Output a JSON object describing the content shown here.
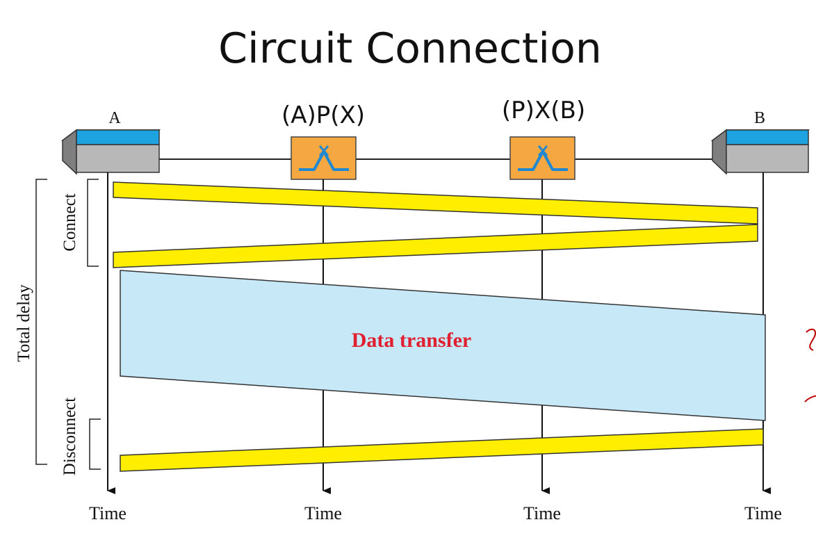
{
  "title": "Circuit Connection",
  "nodes": {
    "a": "A",
    "b": "B",
    "p": "(A)P(X)",
    "x": "(P)X(B)"
  },
  "time_labels": [
    "Time",
    "Time",
    "Time",
    "Time"
  ],
  "phases": {
    "total": "Total delay",
    "connect": "Connect",
    "disconnect": "Disconnect",
    "data": "Data transfer"
  },
  "colors": {
    "signal": "#ffee00",
    "data_fill": "#c7e8f7",
    "data_text": "#e02030",
    "switch": "#f5a742",
    "host_top": "#1fa2e0",
    "host_body": "#b8b8b8",
    "annotation": "#c00000"
  },
  "icons": [
    "computer-icon",
    "switch-icon",
    "arrow-down-icon"
  ]
}
